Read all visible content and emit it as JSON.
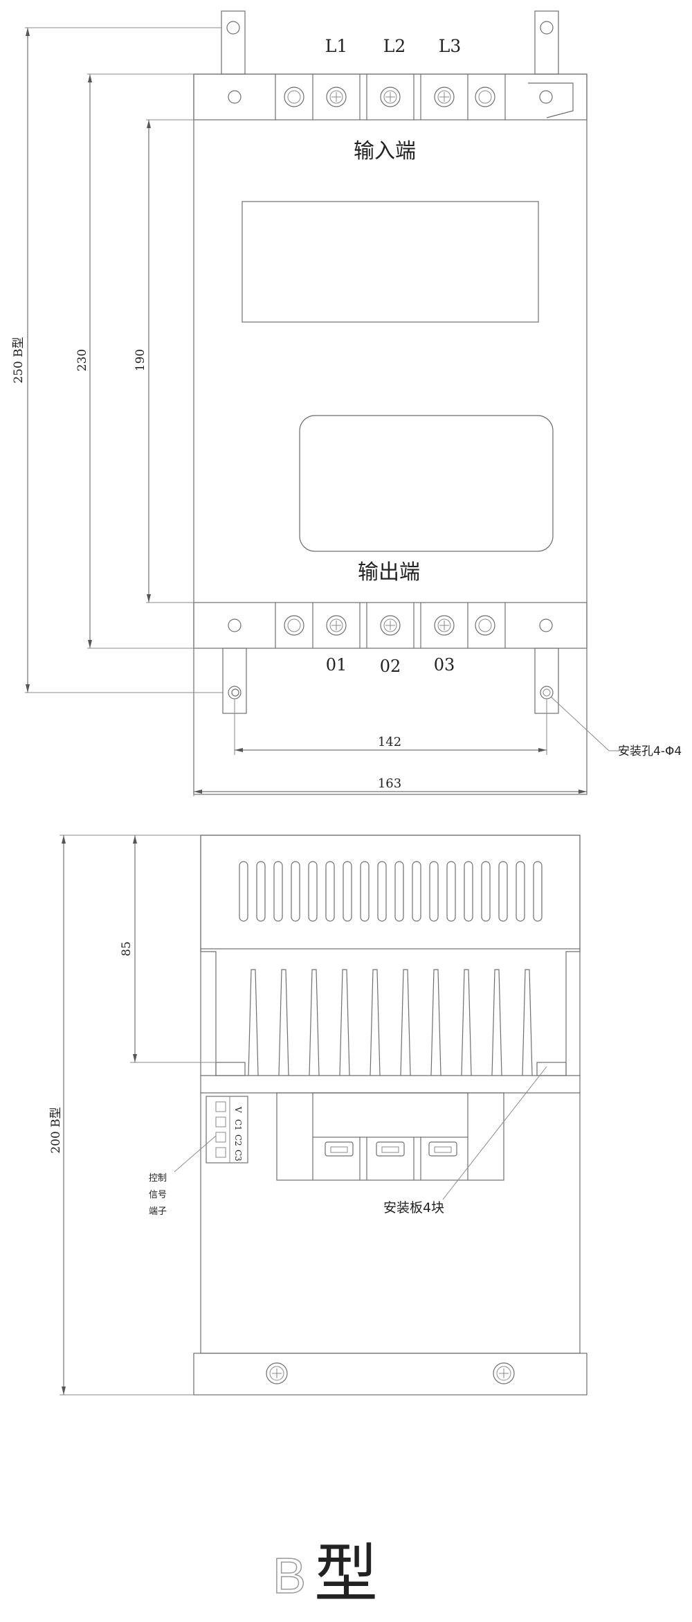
{
  "top_view": {
    "input_terminals": [
      "L1",
      "L2",
      "L3"
    ],
    "output_terminals": [
      "01",
      "02",
      "03"
    ],
    "input_label": "输入端",
    "output_label": "输出端",
    "dim_height_total": "250  B型",
    "dim_height_body": "230",
    "dim_height_inner": "190",
    "dim_hole_spacing": "142",
    "dim_width": "163",
    "mount_hole_note": "安装孔4-Φ4"
  },
  "side_view": {
    "dim_height": "200  B型",
    "dim_heatsink": "85",
    "control_pins": [
      "V",
      "C1",
      "C2",
      "C3"
    ],
    "control_label": [
      "控制",
      "信号",
      "端子"
    ],
    "mount_plate_note": "安装板4块"
  },
  "model_label": {
    "letter": "B",
    "suffix": "型"
  }
}
